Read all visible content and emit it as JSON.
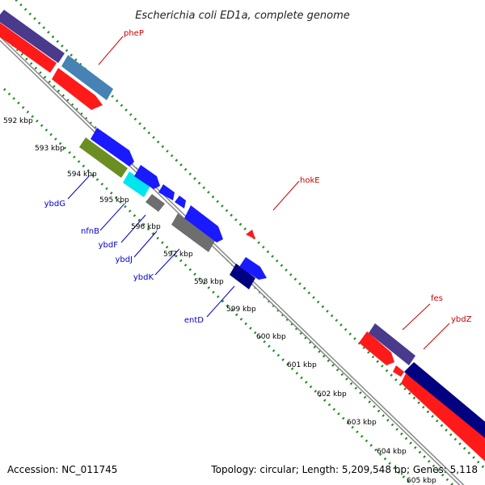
{
  "title": "Escherichia coli ED1a, complete genome",
  "footer": {
    "accession": "Accession: NC_011745",
    "topology": "Topology: circular; Length: 5,209,548 bp; Genes: 5,118"
  },
  "ticks": [
    "592 kbp",
    "593 kbp",
    "594 kbp",
    "595 kbp",
    "596 kbp",
    "597 kbp",
    "598 kbp",
    "599 kbp",
    "600 kbp",
    "601 kbp",
    "602 kbp",
    "603 kbp",
    "604 kbp",
    "605 kbp"
  ],
  "gene_labels": {
    "pheP": "pheP",
    "hokE": "hokE",
    "fes": "fes",
    "ybdZ": "ybdZ",
    "ybdG": "ybdG",
    "nfnB": "nfnB",
    "ybdF": "ybdF",
    "ybdJ": "ybdJ",
    "ybdK": "ybdK",
    "entD": "entD"
  },
  "colors": {
    "backbone": "#8a8a8a",
    "dots": "#1e8a1e",
    "reverse_strand": "#ff1a1a",
    "forward_strand": "#1a1aff",
    "cds_dark": "#4a3a8c",
    "cds_steel": "#4682b4",
    "cds_green": "#6b8e23",
    "cds_cyan": "#00e5ee",
    "cds_gray": "#6e6e6e",
    "cds_navy": "#000080",
    "label_red": "#cc0000",
    "label_blue": "#0000cc"
  }
}
